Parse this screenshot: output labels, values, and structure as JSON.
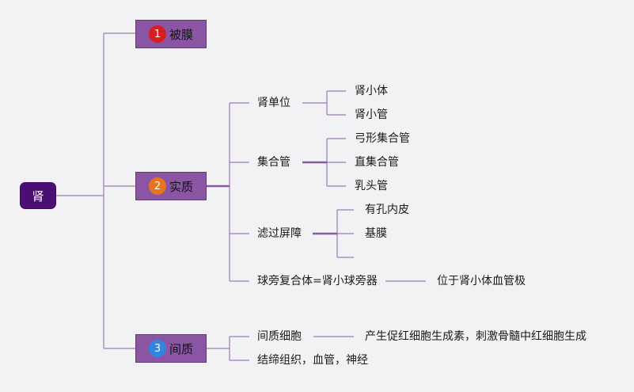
{
  "root": {
    "label": "肾"
  },
  "branches": [
    {
      "num": "1",
      "label": "被膜",
      "badge_color": "#d81e1e"
    },
    {
      "num": "2",
      "label": "实质",
      "badge_color": "#e8741c"
    },
    {
      "num": "3",
      "label": "间质",
      "badge_color": "#2f86e0"
    }
  ],
  "parenchyma": {
    "nephron": {
      "label": "肾单位",
      "children": [
        "肾小体",
        "肾小管"
      ]
    },
    "collecting_duct": {
      "label": "集合管",
      "children": [
        "弓形集合管",
        "直集合管",
        "乳头管"
      ]
    },
    "filtration_barrier": {
      "label": "滤过屏障",
      "children": [
        "有孔内皮",
        "基膜",
        ""
      ]
    },
    "juxtaglomerular": {
      "label": "球旁复合体=肾小球旁器",
      "note": "位于肾小体血管极"
    }
  },
  "interstitium": {
    "cells": {
      "label": "间质细胞",
      "note": "产生促红细胞生成素，刺激骨髓中红细胞生成"
    },
    "tissue": {
      "label": "结缔组织，血管，神经"
    }
  },
  "colors": {
    "line": "#9b7bb8",
    "root": "#4b0f74",
    "branch": "#8a55a3"
  }
}
